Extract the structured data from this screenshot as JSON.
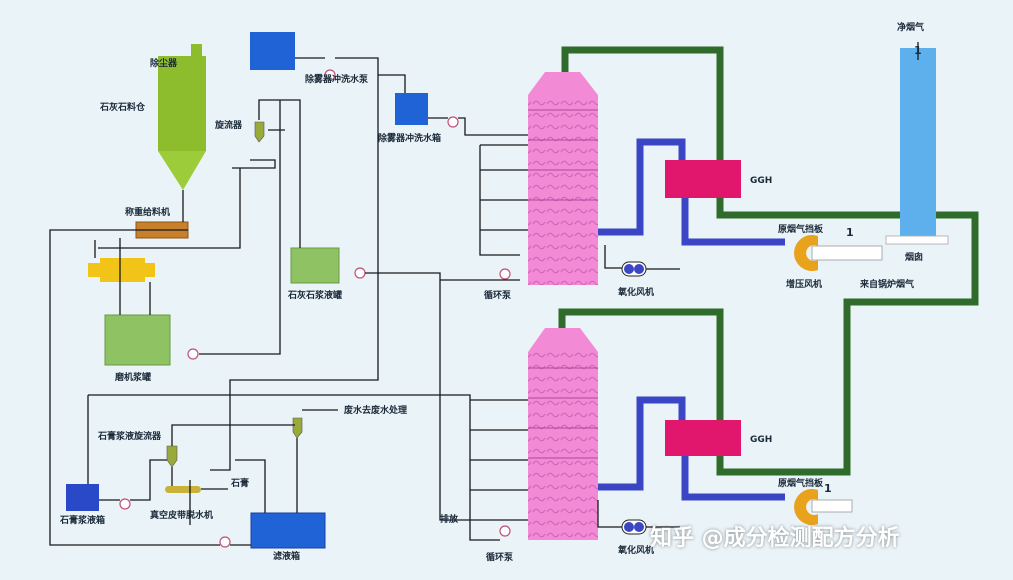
{
  "colors": {
    "background": "#eaf3f7",
    "absorber": "#f28ad6",
    "ggh": "#e0176d",
    "flue_duct_green": "#2f6b2a",
    "flue_duct_blue": "#3b46c4",
    "chimney": "#5eb0ec",
    "silo": "#8dbd2c",
    "tank_green": "#8fc263",
    "tank_blue": "#1f63d6",
    "ball_mill": "#f2c418",
    "fan": "#e9a21c",
    "feeder": "#c9802a"
  },
  "labels": {
    "dust_collector": "除尘器",
    "limestone_silo": "石灰石料仓",
    "weigh_feeder": "称重给料机",
    "mill_slurry_tank": "磨机浆罐",
    "cyclone": "旋流器",
    "limestone_slurry_tank": "石灰石浆液罐",
    "demister_wash_pump": "除雾器冲洗水泵",
    "demister_wash_tank": "除雾器冲洗水箱",
    "ggh_top": "GGH",
    "ggh_bottom": "GGH",
    "damper": "原烟气挡板",
    "booster_fan": "增压风机",
    "flue_gas_from_boiler": "来自锅炉烟气",
    "chimney": "烟囱",
    "clean_flue_gas": "净烟气",
    "number_1_top": "1",
    "number_1_chimney": "1",
    "number_1_bottom": "1",
    "oxidation_blower_top": "氧化风机",
    "circulation_pump_top": "循环泵",
    "damper_bottom": "原烟气挡板",
    "oxidation_blower_bottom": "氧化风机",
    "circulation_pump_bottom": "循环泵",
    "gypsum_cyclone": "石膏浆液旋流器",
    "vacuum_belt": "真空皮带脱水机",
    "gypsum": "石膏",
    "gypsum_tank": "石膏浆液箱",
    "wastewater": "废水去废水处理",
    "filtrate_tank": "滤液箱",
    "discharge": "排放"
  },
  "watermark": "知乎 @成分检测配方分析"
}
